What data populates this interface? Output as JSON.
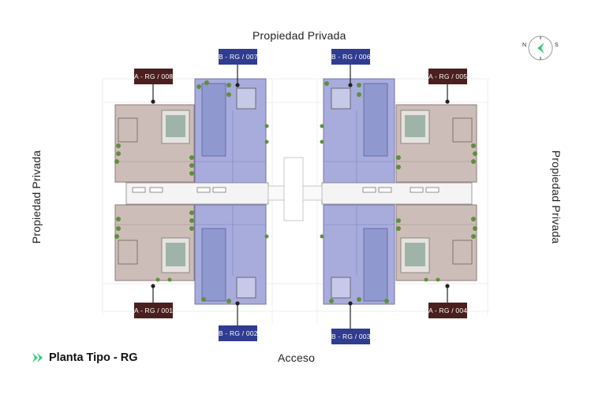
{
  "labels": {
    "top": "Propiedad Privada",
    "bottom": "Acceso",
    "left": "Propiedad Privada",
    "right": "Propiedad Privada"
  },
  "title": "Planta Tipo - RG",
  "compass": {
    "north": "N",
    "south": "S"
  },
  "units": {
    "a_008": "A - RG / 008",
    "b_007": "B - RG / 007",
    "b_006": "B - RG / 006",
    "a_005": "A - RG / 005",
    "a_001": "A - RG / 001",
    "b_002": "B - RG / 002",
    "b_003": "B - RG / 003",
    "a_004": "A - RG / 004"
  },
  "colors": {
    "unit_a": "#4a1f1d",
    "unit_b": "#2f3c8f",
    "accent": "#2ecc71",
    "plan_a_fill": "#cdbdb9",
    "plan_b_fill": "#a8acdc",
    "greenery": "#5e8f3e"
  }
}
